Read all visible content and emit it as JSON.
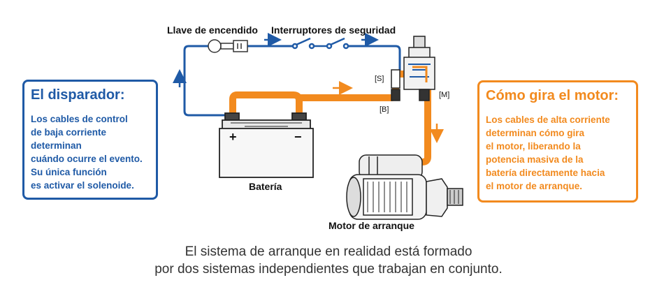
{
  "left_box": {
    "title": "El disparador:",
    "body": "Los cables de control\nde baja corriente\ndeterminan\ncuándo ocurre el evento.\nSu única función\nes activar el solenoide."
  },
  "right_box": {
    "title": "Cómo gira el motor:",
    "body": "Los cables de alta corriente\ndeterminan cómo gira\nel motor, liberando la\npotencia masiva de la\nbatería directamente hacia\nel motor de arranque."
  },
  "labels": {
    "ignition_key": "Llave de encendido",
    "safety_switches": "Interruptores de seguridad",
    "battery": "Batería",
    "starter_motor": "Motor de arranque",
    "terminal_s": "[S]",
    "terminal_b": "[B]",
    "terminal_m": "[M]",
    "plus": "+",
    "minus": "−"
  },
  "caption": "El sistema de arranque en realidad está formado\npor dos sistemas independientes que trabajan en conjunto.",
  "colors": {
    "control_wire": "#1f5aa6",
    "power_wire": "#f28a1e",
    "outline": "#222222"
  },
  "icons": [
    "ignition-key-icon",
    "safety-switch-icon",
    "battery-icon",
    "solenoid-icon",
    "starter-motor-icon",
    "flow-arrow-icon"
  ]
}
